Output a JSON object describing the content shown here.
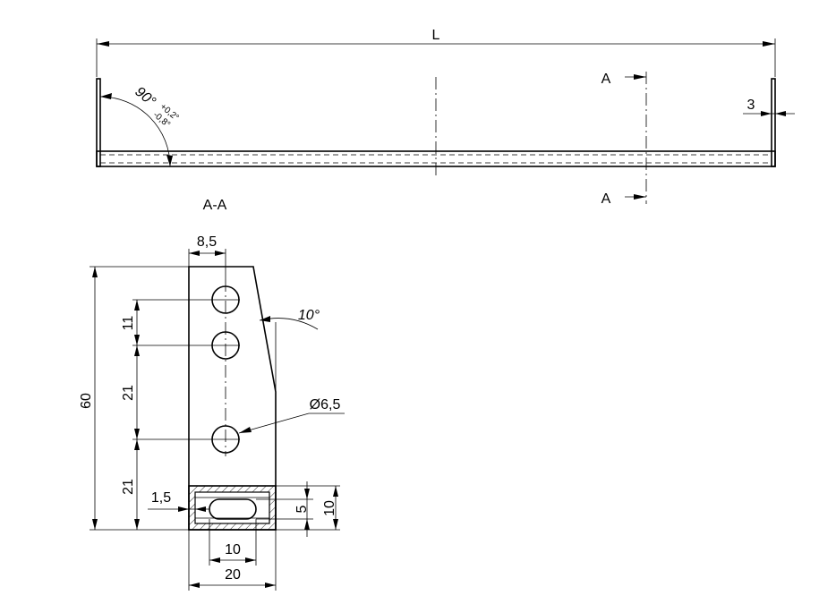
{
  "labels": {
    "length": "L",
    "section_top": "A",
    "section_bottom": "A",
    "wall": "3",
    "angle_main": "90°",
    "angle_tol_plus": "+0,2°",
    "angle_tol_minus": "-0,8°",
    "section_title": "A-A",
    "width_top": "8,5",
    "pitch_1": "11",
    "pitch_2": "21",
    "pitch_3": "21",
    "height": "60",
    "taper": "10°",
    "hole_dia": "Ø6,5",
    "flange": "1,5",
    "slot_height": "5",
    "base_height": "10",
    "slot_width": "10",
    "base_width": "20"
  }
}
